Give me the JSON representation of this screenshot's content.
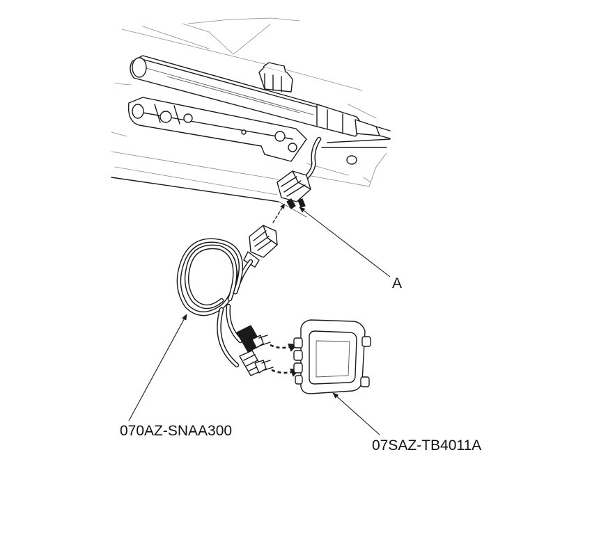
{
  "callouts": {
    "connector_a": "A",
    "harness_tool": "070AZ-SNAA300",
    "test_box": "07SAZ-TB4011A"
  },
  "colors": {
    "ink": "#1a1a1a",
    "paper": "#ffffff",
    "hatch": "#8a8a8a"
  }
}
